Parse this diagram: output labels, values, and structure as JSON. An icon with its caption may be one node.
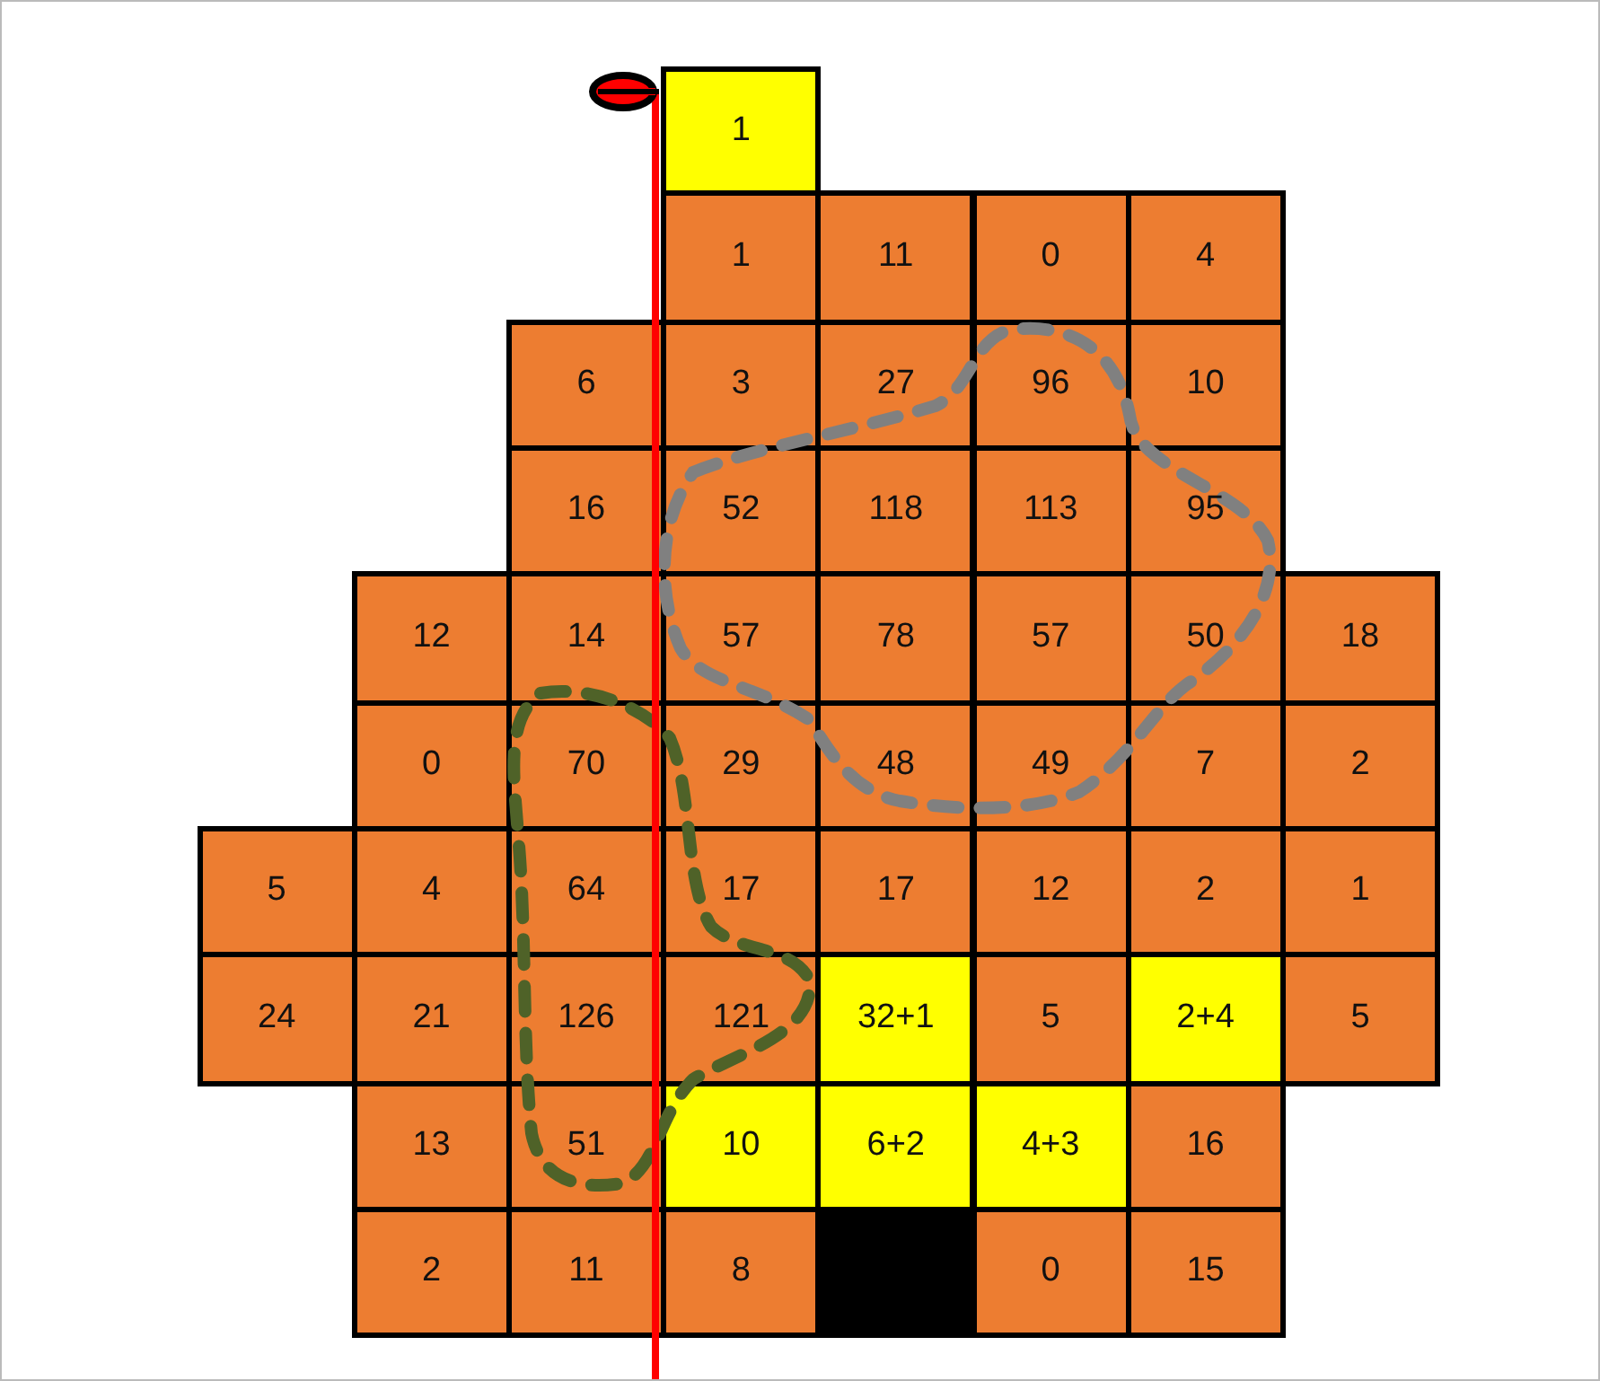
{
  "diagram": {
    "nodes": [
      {
        "text": [
          "1"
        ]
      },
      {
        "text": [
          "1"
        ]
      },
      {
        "text": [
          "11"
        ]
      },
      {
        "text": [
          "0"
        ]
      },
      {
        "text": [
          "4"
        ]
      },
      {
        "text": [
          "6"
        ]
      },
      {
        "text": [
          "3"
        ]
      },
      {
        "text": [
          "27"
        ]
      },
      {
        "text": [
          "96"
        ]
      },
      {
        "text": [
          "10"
        ]
      },
      {
        "text": [
          "16"
        ]
      },
      {
        "text": [
          "52"
        ]
      },
      {
        "text": [
          "118"
        ]
      },
      {
        "text": [
          "113"
        ]
      },
      {
        "text": [
          "95"
        ]
      },
      {
        "text": [
          "12"
        ]
      },
      {
        "text": [
          "14"
        ]
      },
      {
        "text": [
          "57"
        ]
      },
      {
        "text": [
          "78"
        ]
      },
      {
        "text": [
          "57"
        ]
      },
      {
        "text": [
          "50"
        ]
      },
      {
        "text": [
          "18"
        ]
      },
      {
        "text": [
          "0"
        ]
      },
      {
        "text": [
          "70"
        ]
      },
      {
        "text": [
          "29"
        ]
      },
      {
        "text": [
          "48"
        ]
      },
      {
        "text": [
          "49"
        ]
      },
      {
        "text": [
          "7"
        ]
      },
      {
        "text": [
          "2"
        ]
      },
      {
        "text": [
          "5"
        ]
      },
      {
        "text": [
          "4"
        ]
      },
      {
        "text": [
          "64"
        ]
      },
      {
        "text": [
          "17"
        ]
      },
      {
        "text": [
          "17"
        ]
      },
      {
        "text": [
          "12"
        ]
      },
      {
        "text": [
          "2"
        ]
      },
      {
        "text": [
          "1"
        ]
      },
      {
        "text": [
          "24"
        ]
      },
      {
        "text": [
          "21"
        ]
      },
      {
        "text": [
          "126"
        ]
      },
      {
        "text": [
          "121"
        ]
      },
      {
        "text": [
          "32+1"
        ]
      },
      {
        "text": [
          "5"
        ]
      },
      {
        "text": [
          "2+4"
        ]
      },
      {
        "text": [
          "5"
        ]
      },
      {
        "text": [
          "13"
        ]
      },
      {
        "text": [
          "51"
        ]
      },
      {
        "text": [
          "10"
        ]
      },
      {
        "text": [
          "6+2"
        ]
      },
      {
        "text": [
          "4+3"
        ]
      },
      {
        "text": [
          "16"
        ]
      },
      {
        "text": [
          "2"
        ]
      },
      {
        "text": [
          "11"
        ]
      },
      {
        "text": [
          "8"
        ]
      },
      {
        "text": [],
        "shape": "box"
      },
      {
        "text": [
          "0"
        ]
      },
      {
        "text": [
          "15"
        ]
      }
    ]
  }
}
